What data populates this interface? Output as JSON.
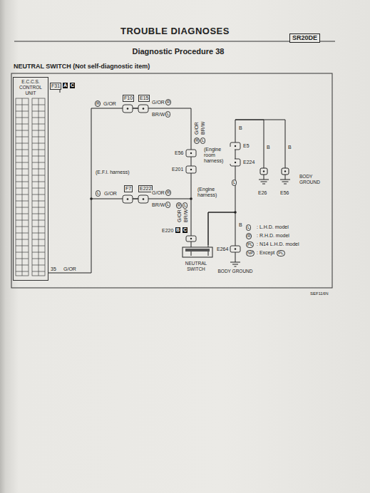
{
  "diagram": {
    "title": "Diagnostic Procedure 38",
    "nodes": [
      {
        "text": [
          "E.C.C.S. CONTROL UNIT"
        ]
      },
      {
        "text": [
          "NEUTRAL SWITCH"
        ]
      },
      {
        "text": [
          "BODY GROUND"
        ]
      },
      {
        "text": [
          "BODY GROUND"
        ]
      }
    ],
    "edges": [
      {
        "from": 0,
        "to": 1,
        "arrow": "none"
      },
      {
        "from": 1,
        "to": 2,
        "arrow": "none"
      },
      {
        "from": 1,
        "to": 3,
        "arrow": "none"
      }
    ],
    "labels": [
      "TROUBLE DIAGNOSES",
      "SR20DE",
      "NEUTRAL SWITCH (Not self-diagnostic item)",
      "F31",
      "A",
      "C",
      "F10",
      "E15",
      "R",
      "G/OR",
      "G/OR",
      "R",
      "BR/W",
      "L",
      "G/OR",
      "R",
      "BR/W",
      "L",
      "(Engine room harness)",
      "E56",
      "E201",
      "E5",
      "E224",
      "B",
      "L",
      "B",
      "B",
      "E26",
      "E56",
      "(E.F.I. harness)",
      "L",
      "G/OR",
      "F7",
      "E222",
      "G/OR",
      "R",
      "BR/W",
      "L",
      "(Engine harness)",
      "R",
      "G/OR",
      "L",
      "BR/W",
      "B",
      "C",
      "E220",
      "B",
      "E264",
      "L",
      "R",
      "PL",
      "NP",
      "PL",
      "35",
      "G/OR",
      "SEF116N"
    ],
    "legend": [
      {
        "text": ": L.H.D. model"
      },
      {
        "text": ": R.H.D. model"
      },
      {
        "text": ": N14 L.H.D. model"
      },
      {
        "text": ": Except"
      }
    ]
  }
}
